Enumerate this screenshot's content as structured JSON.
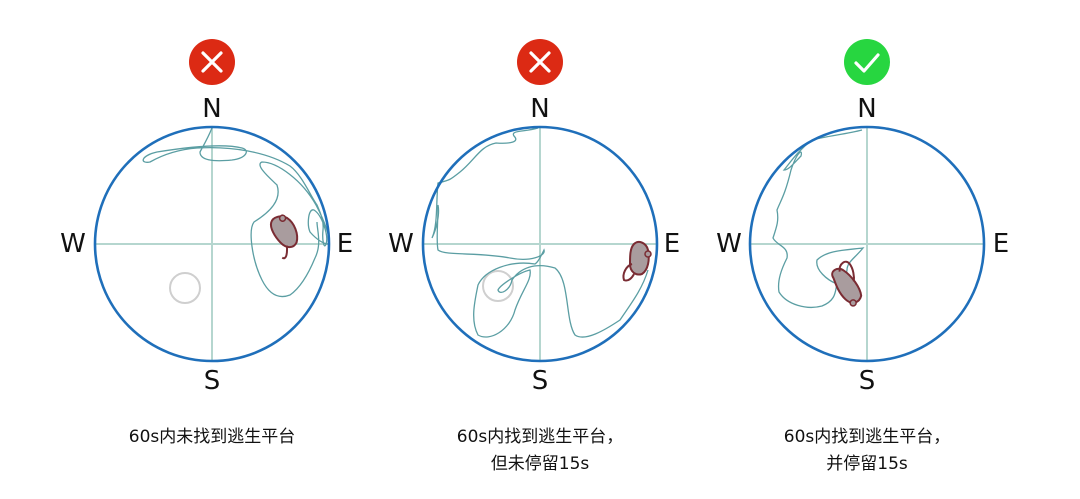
{
  "colors": {
    "pool_border": "#1f6fba",
    "axis_line": "#b5d6cf",
    "swim_path": "#5b9ea3",
    "mouse_fill": "#a99c9e",
    "mouse_outline": "#7a2c33",
    "platform_ring": "#cfcfcf",
    "fail_icon": "#dc2a14",
    "pass_icon": "#27d640"
  },
  "compass": {
    "north": "N",
    "south": "S",
    "west": "W",
    "east": "E"
  },
  "panels": [
    {
      "status": "fail",
      "status_icon": "x-circle-icon",
      "caption_line1": "60s内未找到逃生平台",
      "caption_line2": ""
    },
    {
      "status": "fail",
      "status_icon": "x-circle-icon",
      "caption_line1": "60s内找到逃生平台，",
      "caption_line2": "但未停留15s"
    },
    {
      "status": "pass",
      "status_icon": "check-circle-icon",
      "caption_line1": "60s内找到逃生平台，",
      "caption_line2": "并停留15s"
    }
  ]
}
